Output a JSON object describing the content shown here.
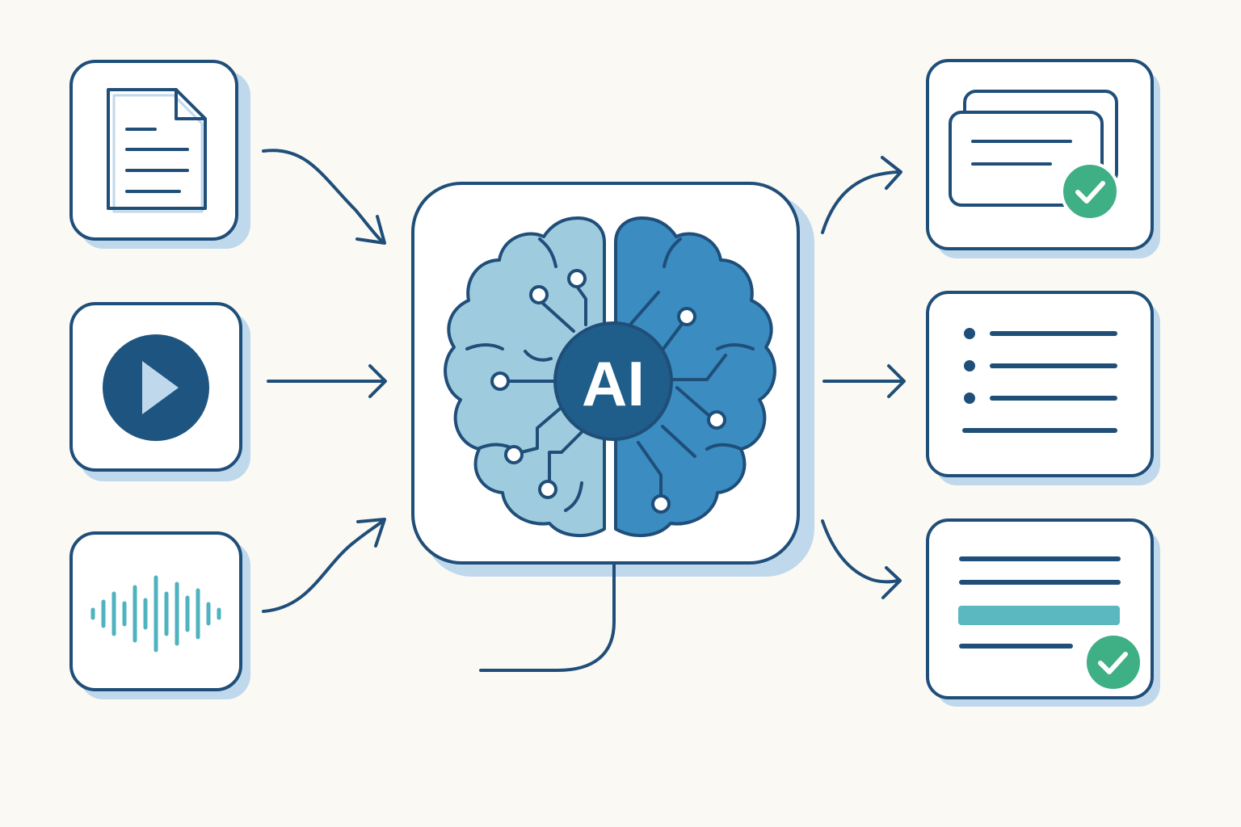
{
  "diagram": {
    "center_label": "AI",
    "inputs": [
      {
        "kind": "document",
        "icon": "document-icon"
      },
      {
        "kind": "video",
        "icon": "play-icon"
      },
      {
        "kind": "audio",
        "icon": "audio-waveform-icon"
      }
    ],
    "outputs": [
      {
        "kind": "verified-cards",
        "icon": "stacked-cards-icon",
        "status_icon": "check-icon"
      },
      {
        "kind": "bulleted-list",
        "icon": "bulleted-list-icon"
      },
      {
        "kind": "highlighted-text",
        "icon": "highlighted-lines-icon",
        "status_icon": "check-icon"
      }
    ]
  },
  "colors": {
    "background": "#FBF9F4",
    "stroke": "#1F4E79",
    "shadow": "#BFD8EC",
    "brain_left": "#9FCBDF",
    "brain_right": "#3A8CC1",
    "ai_circle": "#1F5D8A",
    "waveform": "#4FB3BF",
    "play_circle": "#1D5480",
    "play_triangle": "#BFD8EC",
    "check": "#3FAF86",
    "highlight": "#5BB7C0"
  }
}
